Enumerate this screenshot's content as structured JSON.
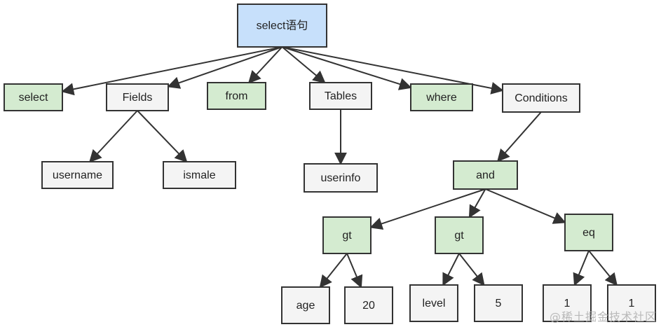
{
  "colors": {
    "root_fill": "#c7e0fb",
    "keyword_fill": "#d4ebd0",
    "plain_fill": "#f4f4f4",
    "stroke": "#333333"
  },
  "tree": {
    "nodes": [
      {
        "id": "root",
        "label": "select语句",
        "kind": "root"
      },
      {
        "id": "kw-select",
        "label": "select",
        "kind": "keyword"
      },
      {
        "id": "fields",
        "label": "Fields",
        "kind": "plain"
      },
      {
        "id": "kw-from",
        "label": "from",
        "kind": "keyword"
      },
      {
        "id": "tables",
        "label": "Tables",
        "kind": "plain"
      },
      {
        "id": "kw-where",
        "label": "where",
        "kind": "keyword"
      },
      {
        "id": "conditions",
        "label": "Conditions",
        "kind": "plain"
      },
      {
        "id": "username",
        "label": "username",
        "kind": "plain"
      },
      {
        "id": "ismale",
        "label": "ismale",
        "kind": "plain"
      },
      {
        "id": "userinfo",
        "label": "userinfo",
        "kind": "plain"
      },
      {
        "id": "and",
        "label": "and",
        "kind": "keyword"
      },
      {
        "id": "gt1",
        "label": "gt",
        "kind": "keyword"
      },
      {
        "id": "gt2",
        "label": "gt",
        "kind": "keyword"
      },
      {
        "id": "eq",
        "label": "eq",
        "kind": "keyword"
      },
      {
        "id": "age",
        "label": "age",
        "kind": "plain"
      },
      {
        "id": "v20",
        "label": "20",
        "kind": "plain"
      },
      {
        "id": "level",
        "label": "level",
        "kind": "plain"
      },
      {
        "id": "v5",
        "label": "5",
        "kind": "plain"
      },
      {
        "id": "one-a",
        "label": "1",
        "kind": "plain"
      },
      {
        "id": "one-b",
        "label": "1",
        "kind": "plain"
      }
    ],
    "edges": [
      [
        "root",
        "kw-select"
      ],
      [
        "root",
        "fields"
      ],
      [
        "root",
        "kw-from"
      ],
      [
        "root",
        "tables"
      ],
      [
        "root",
        "kw-where"
      ],
      [
        "root",
        "conditions"
      ],
      [
        "fields",
        "username"
      ],
      [
        "fields",
        "ismale"
      ],
      [
        "tables",
        "userinfo"
      ],
      [
        "conditions",
        "and"
      ],
      [
        "and",
        "gt1"
      ],
      [
        "and",
        "gt2"
      ],
      [
        "and",
        "eq"
      ],
      [
        "gt1",
        "age"
      ],
      [
        "gt1",
        "v20"
      ],
      [
        "gt2",
        "level"
      ],
      [
        "gt2",
        "v5"
      ],
      [
        "eq",
        "one-a"
      ],
      [
        "eq",
        "one-b"
      ]
    ]
  },
  "watermark": "@稀土掘金技术社区"
}
